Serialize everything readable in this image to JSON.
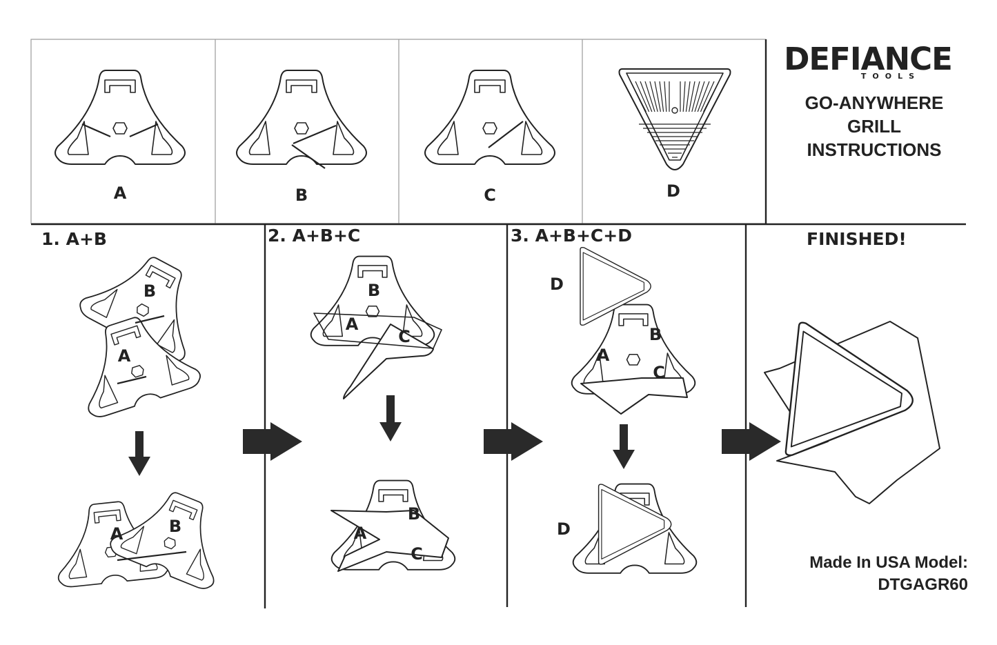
{
  "brand": {
    "name": "DEFIANCE",
    "sub": "TOOLS"
  },
  "product": {
    "title_line1": "GO-ANYWHERE",
    "title_line2": "GRILL",
    "title_line3": "INSTRUCTIONS"
  },
  "parts": [
    {
      "label": "A"
    },
    {
      "label": "B"
    },
    {
      "label": "C"
    },
    {
      "label": "D"
    }
  ],
  "steps": [
    {
      "title": "1. A+B",
      "labels": [
        "B",
        "A",
        "A",
        "B"
      ]
    },
    {
      "title": "2. A+B+C",
      "labels": [
        "B",
        "A",
        "C",
        "B",
        "A",
        "C"
      ]
    },
    {
      "title": "3. A+B+C+D",
      "labels": [
        "D",
        "B",
        "A",
        "C",
        "D"
      ]
    },
    {
      "title": "FINISHED!"
    }
  ],
  "footer": {
    "model_line1": "Made In USA Model:",
    "model_line2": "DTGAGR60"
  },
  "colors": {
    "ink": "#222222",
    "frame": "#9a9a9a",
    "background": "#ffffff"
  }
}
